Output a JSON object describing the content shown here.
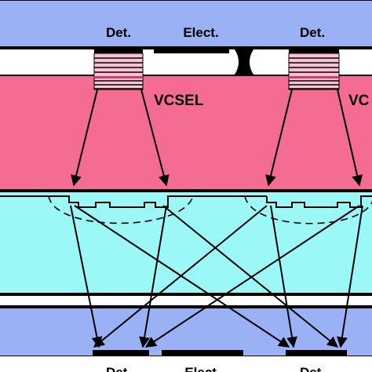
{
  "labels": {
    "det_top_left": "Det.",
    "elect_top": "Elect.",
    "det_top_right": "Det.",
    "vcsel_left": "VCSEL",
    "vcsel_right": "VC",
    "det_bottom_left": "Det.",
    "elect_bottom": "Elect.",
    "det_bottom_right": "Det."
  },
  "colors": {
    "top_substrate": "#9bb1f5",
    "vcsel_layer": "#f56c92",
    "optical_layer": "#9cf7f7",
    "bottom_substrate": "#9bb1f5",
    "gap": "#ffffff",
    "outline": "#000000"
  }
}
